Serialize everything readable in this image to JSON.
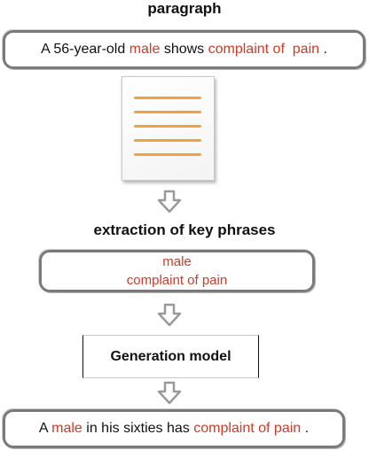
{
  "paragraph_title": "paragraph",
  "input_sentence": {
    "p1": "A 56-year-old ",
    "h1": "male",
    "p2": " shows ",
    "h2": "complaint of  pain",
    "p3": " ."
  },
  "extraction_title": "extraction of key phrases",
  "key_phrases": [
    "male",
    "complaint of pain"
  ],
  "model_label": "Generation model",
  "output_sentence": {
    "p1": "A ",
    "h1": "male",
    "p2": " in his sixties has ",
    "h2": "complaint of pain",
    "p3": " ."
  },
  "colors": {
    "highlight": "#d03a27",
    "document_lines": "#f0a33c",
    "box_border": "#7a7a7a",
    "arrow": "#9a9a9a"
  },
  "icons": [
    "document-icon",
    "down-arrow-icon"
  ]
}
